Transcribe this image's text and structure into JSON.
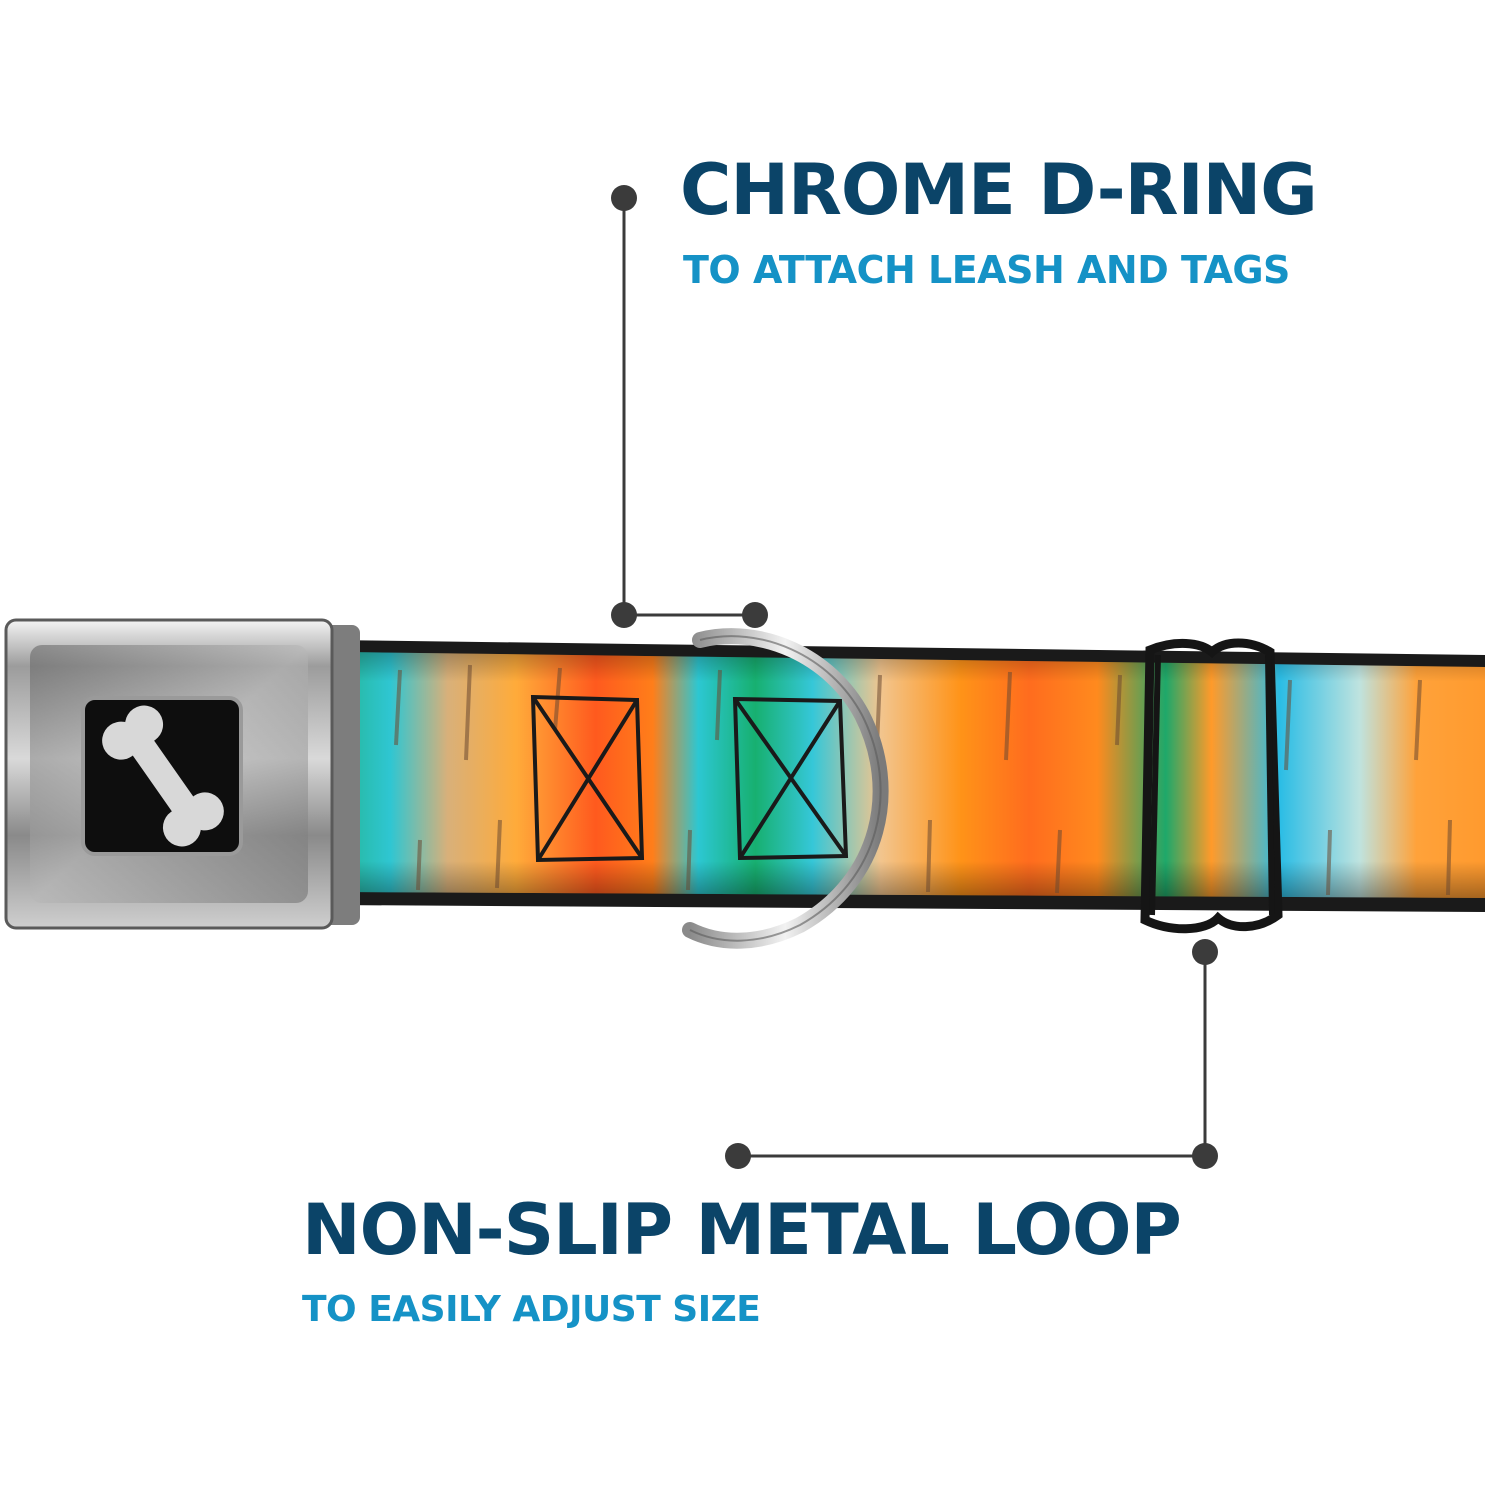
{
  "colors": {
    "title": "#0b4468",
    "subtitle": "#1592c6",
    "leader": "#3b3b3b",
    "background": "#ffffff"
  },
  "callouts": [
    {
      "title": "CHROME D-RING",
      "subtitle": "TO ATTACH LEASH AND TAGS"
    },
    {
      "title": "NON-SLIP METAL LOOP",
      "subtitle": "TO EASILY ADJUST SIZE"
    }
  ],
  "product": {
    "buckle_icon": "bone-icon",
    "strap_stripe_colors": [
      "#2fc4c9",
      "#ff8c1a",
      "#ff4a1c",
      "#1fb26b",
      "#f5b04a",
      "#2bb0e0",
      "#ffa640"
    ]
  }
}
